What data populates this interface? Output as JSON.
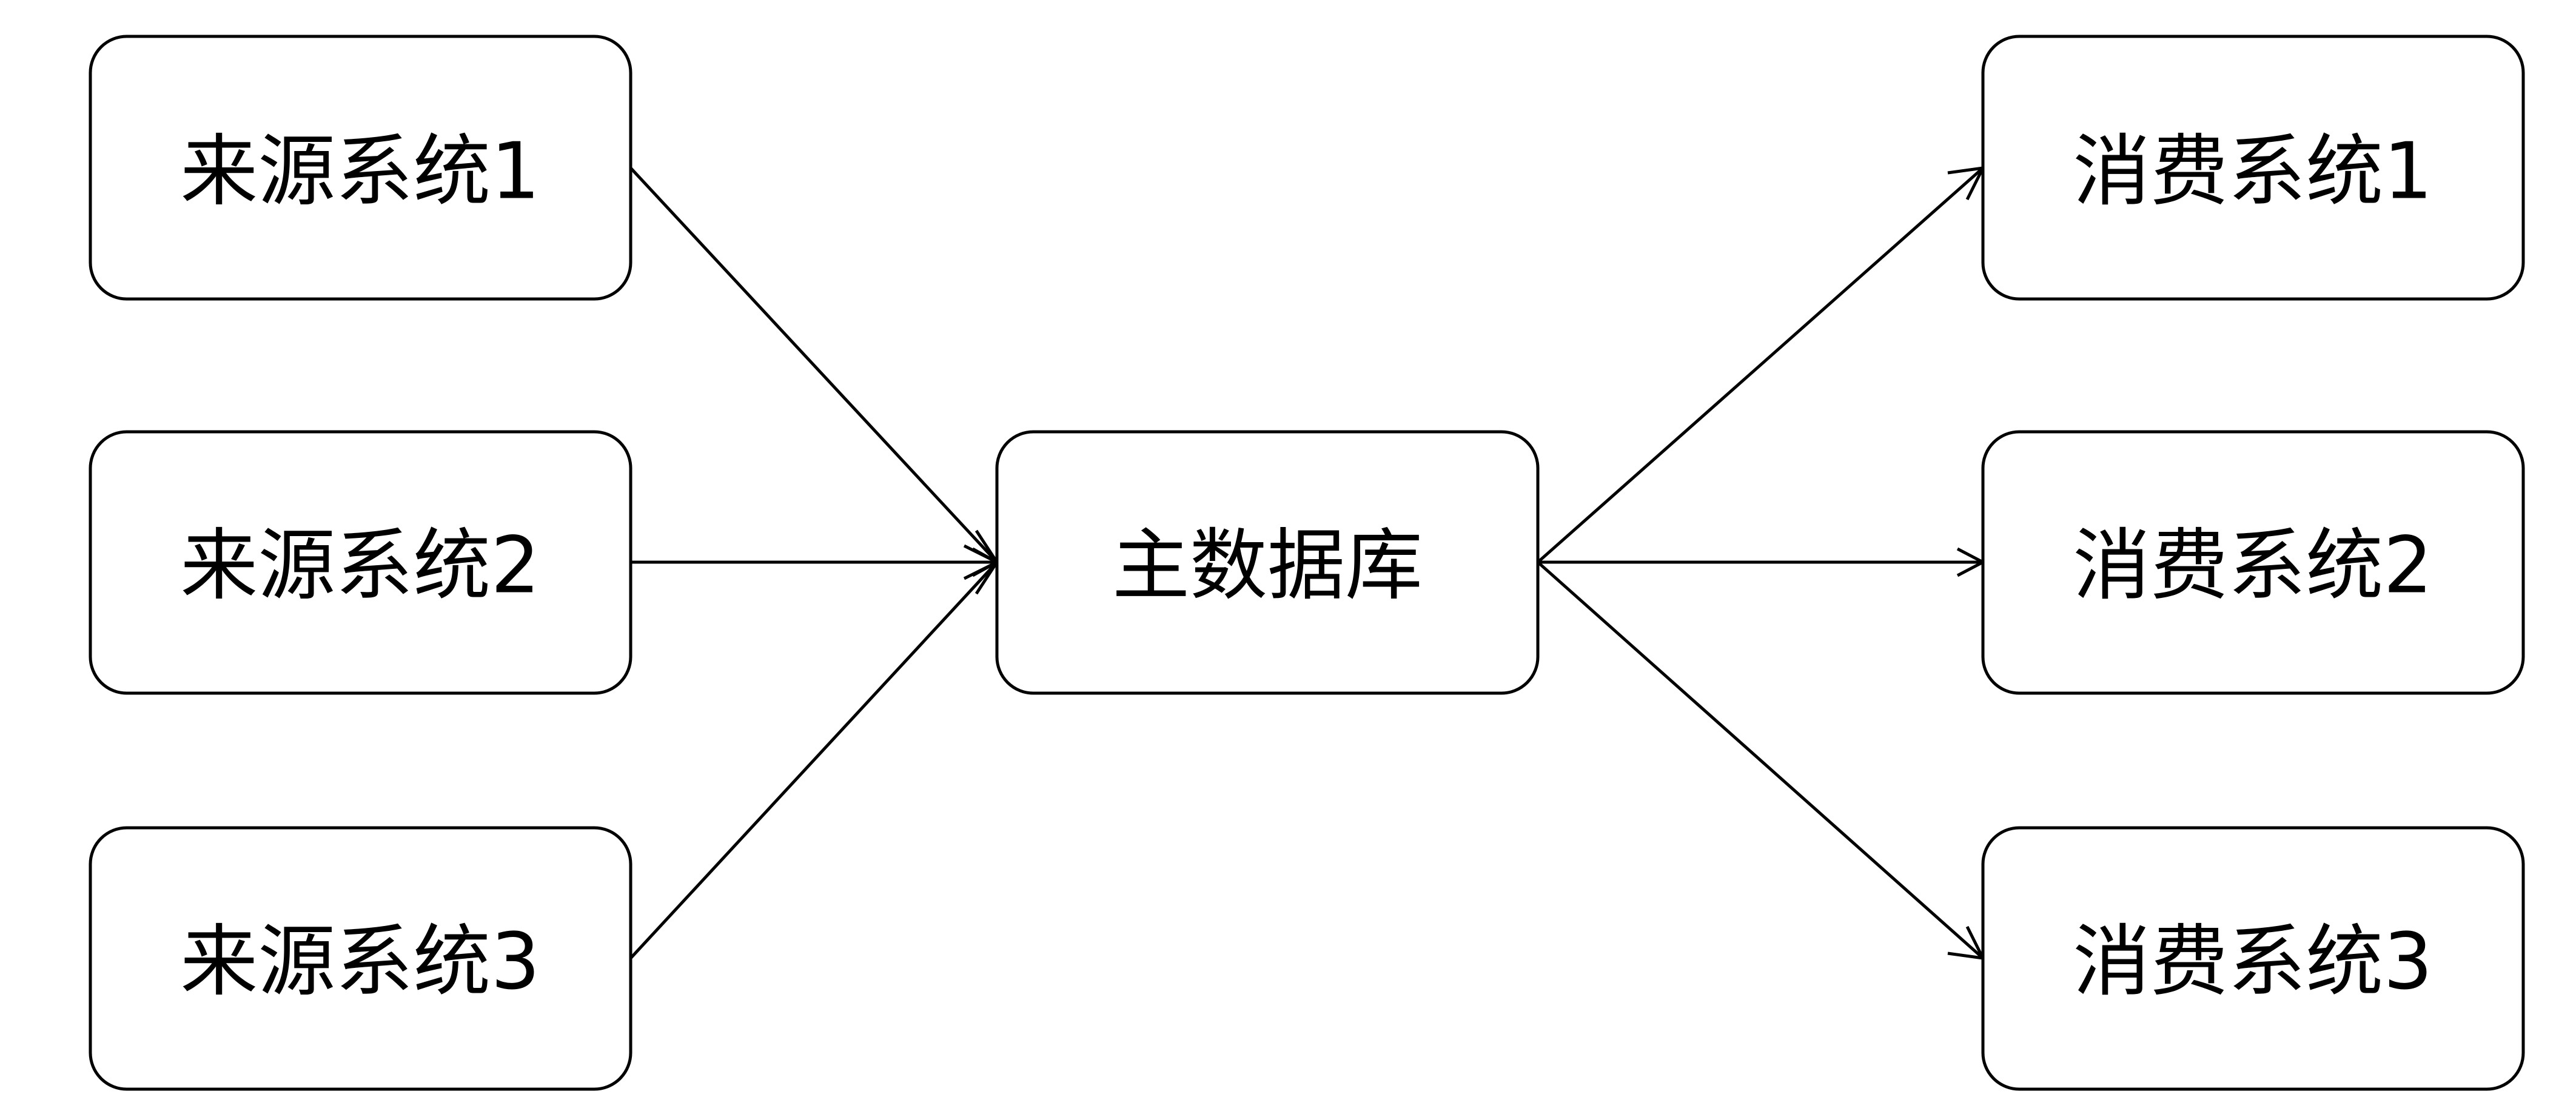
{
  "diagram": {
    "sources": [
      "来源系统1",
      "来源系统2",
      "来源系统3"
    ],
    "center": "主数据库",
    "consumers": [
      "消费系统1",
      "消费系统2",
      "消费系统3"
    ]
  }
}
